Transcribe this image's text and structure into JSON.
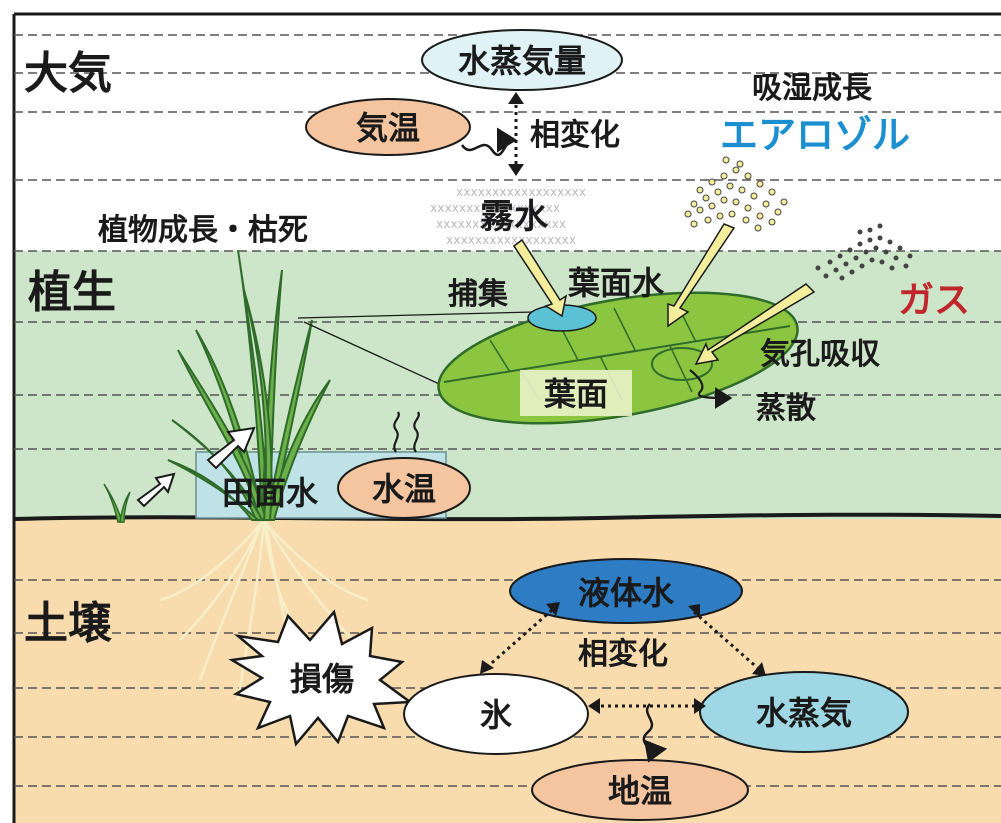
{
  "layers": {
    "atmosphere": "大気",
    "vegetation": "植生",
    "soil": "土壌"
  },
  "atmosphere": {
    "water_vapor_amount": "水蒸気量",
    "air_temperature": "気温",
    "phase_change": "相変化",
    "hygroscopic_growth": "吸湿成長",
    "aerosol": "エアロゾル",
    "fog_water": "霧水",
    "fog_texture": "xxxxxxxxxxxxxxxxxx"
  },
  "vegetation": {
    "plant_growth": "植物成長・枯死",
    "capture": "捕集",
    "leaf_water": "葉面水",
    "gas": "ガス",
    "stomatal_uptake": "気孔吸収",
    "leaf_surface": "葉面",
    "transpiration": "蒸散",
    "paddy_water": "田面水",
    "water_temperature": "水温"
  },
  "soil": {
    "liquid_water": "液体水",
    "phase_change": "相変化",
    "damage": "損傷",
    "ice": "氷",
    "water_vapor": "水蒸気",
    "soil_temperature": "地温"
  },
  "colors": {
    "vegetation_band": "#cde6c9",
    "soil_band": "#f8dcae",
    "temperature_ellipse": "#f5c5a0",
    "water_vapor_ellipse": "#9fd8e4",
    "liquid_water_ellipse": "#2d7cc4",
    "leaf": "#8cc640",
    "aerosol_text": "#1b8fcf",
    "gas_text": "#c0272d"
  }
}
